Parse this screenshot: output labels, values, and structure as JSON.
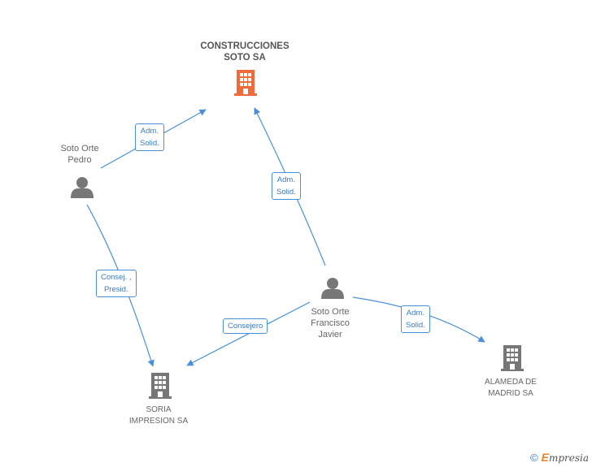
{
  "colors": {
    "edge": "#4a90d9",
    "main_company": "#f06a3a",
    "company": "#777777",
    "person": "#777777"
  },
  "nodes": {
    "construcciones": {
      "line1": "CONSTRUCCIONES",
      "line2": "SOTO SA"
    },
    "pedro": {
      "line1": "Soto Orte",
      "line2": "Pedro"
    },
    "francisco": {
      "line1": "Soto Orte",
      "line2": "Francisco",
      "line3": "Javier"
    },
    "soria": {
      "line1": "SORIA",
      "line2": "IMPRESION SA"
    },
    "alameda": {
      "line1": "ALAMEDA DE",
      "line2": "MADRID SA"
    }
  },
  "edges": {
    "pedro_construcciones": {
      "line1": "Adm.",
      "line2": "Solid."
    },
    "francisco_construcciones": {
      "line1": "Adm.",
      "line2": "Solid."
    },
    "pedro_soria": {
      "line1": "Consej. ,",
      "line2": "Presid."
    },
    "francisco_soria": {
      "line1": "Consejero"
    },
    "francisco_alameda": {
      "line1": "Adm.",
      "line2": "Solid."
    }
  },
  "brand": {
    "copyright": "©",
    "e": "E",
    "rest": "mpresia"
  }
}
